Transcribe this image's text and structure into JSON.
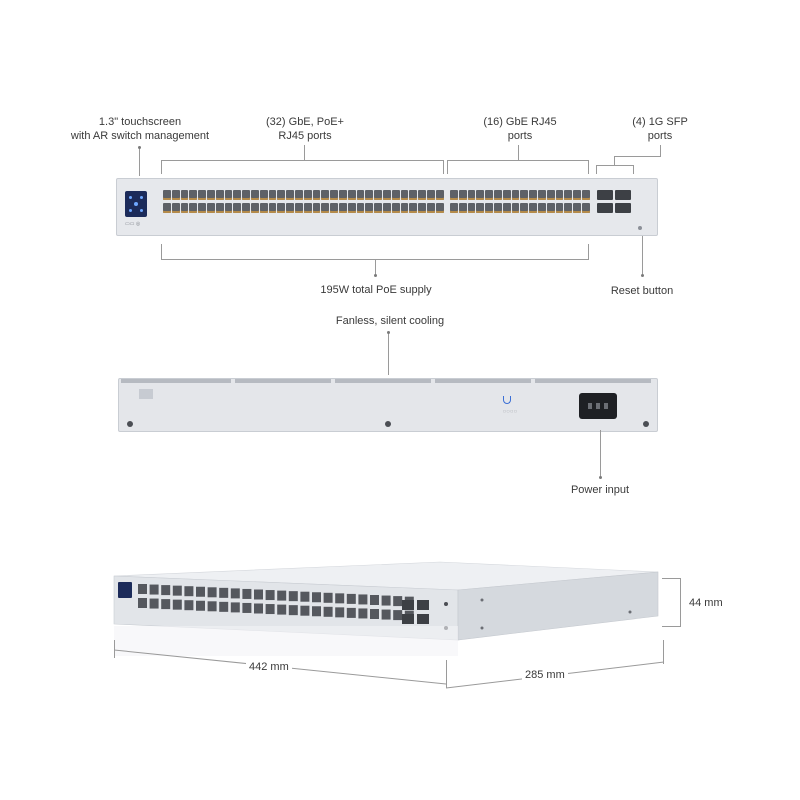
{
  "labels": {
    "touchscreen_line1": "1.3\" touchscreen",
    "touchscreen_line2": "with AR switch management",
    "poe_ports_line1": "(32) GbE, PoE+",
    "poe_ports_line2": "RJ45 ports",
    "gbe_ports_line1": "(16) GbE RJ45",
    "gbe_ports_line2": "ports",
    "sfp_ports_line1": "(4) 1G SFP",
    "sfp_ports_line2": "ports",
    "poe_supply": "195W total PoE supply",
    "reset_button": "Reset button",
    "cooling": "Fanless, silent cooling",
    "power_input": "Power input"
  },
  "dimensions": {
    "width": "442 mm",
    "depth": "285 mm",
    "height": "44 mm"
  },
  "colors": {
    "chassis": "#e6e8ec",
    "screen": "#1c2b5a",
    "port": "#5e6167",
    "leader_line": "#9a9a9a"
  }
}
